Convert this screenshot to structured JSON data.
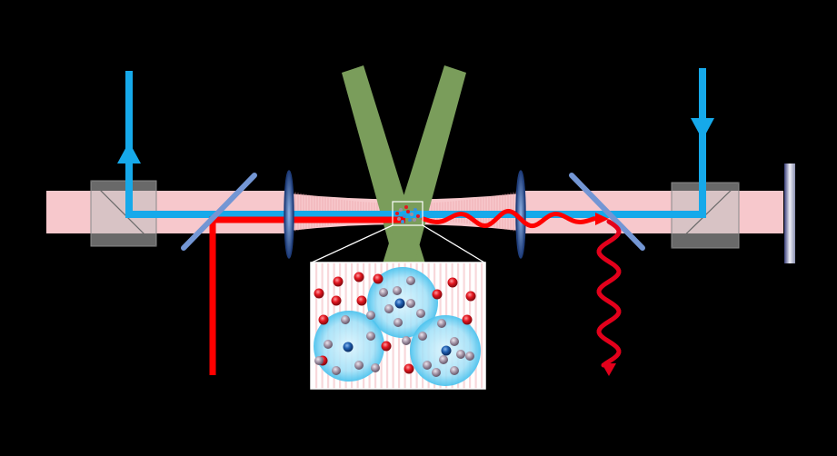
{
  "colors": {
    "background": "#000000",
    "dipole_trap_beam": "#f7c8cc",
    "probe_beam": "#16a9ea",
    "coupling_beam": "#ff0000",
    "mot_beams": "#7a9d5b",
    "beam_splitter_cube": "#bfbfbf",
    "dichroic_mirror": "#7396d4",
    "lens": "#1f3d7a",
    "inset_frame": "#ffffff",
    "atom_red": "#e3161f",
    "atom_gray": "#9a8fa0",
    "rydberg_atom": "#1f5fb0",
    "blockade_sphere": "#5fcdf2"
  },
  "diagram": {
    "components": [
      {
        "name": "dipole-trap-beam"
      },
      {
        "name": "probe-beam-in",
        "icon": "down-arrow-icon"
      },
      {
        "name": "probe-beam-out",
        "icon": "up-arrow-icon"
      },
      {
        "name": "coupling-beam-in"
      },
      {
        "name": "scattered-photon-out",
        "icon": "wavy-arrow-icon"
      },
      {
        "name": "mot-beams"
      },
      {
        "name": "polarizing-beam-splitter-left"
      },
      {
        "name": "polarizing-beam-splitter-right"
      },
      {
        "name": "dichroic-mirror-left"
      },
      {
        "name": "dichroic-mirror-right"
      },
      {
        "name": "lens-left"
      },
      {
        "name": "lens-right"
      },
      {
        "name": "retro-mirror"
      },
      {
        "name": "atomic-cloud-inset"
      }
    ],
    "inset": {
      "blockade_sphere_count": 3,
      "rydberg_atom_count": 3
    }
  }
}
